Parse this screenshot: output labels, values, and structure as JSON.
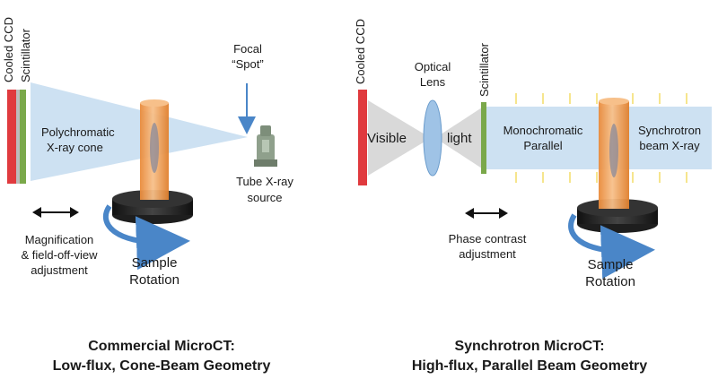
{
  "left": {
    "ccd_label": "Cooled CCD",
    "scintillator_label": "Scintillator",
    "cone_label_line1": "Polychromatic",
    "cone_label_line2": "X-ray cone",
    "focal_line1": "Focal",
    "focal_line2": "“Spot”",
    "source_line1": "Tube X-ray",
    "source_line2": "source",
    "adjust_line1": "Magnification",
    "adjust_line2": "& field-off-view",
    "adjust_line3": "adjustment",
    "rotation_line1": "Sample",
    "rotation_line2": "Rotation",
    "caption_line1": "Commercial MicroCT:",
    "caption_line2": "Low-flux, Cone-Beam Geometry"
  },
  "right": {
    "ccd_label": "Cooled CCD",
    "lens_line1": "Optical",
    "lens_line2": "Lens",
    "scintillator_label": "Scintillator",
    "visible_label": "Visible",
    "light_label": "light",
    "mono_line1": "Monochromatic",
    "mono_line2": "Parallel",
    "sync_line1": "Synchrotron",
    "sync_line2": "beam X-ray",
    "phase_line1": "Phase contrast",
    "phase_line2": "adjustment",
    "rotation_line1": "Sample",
    "rotation_line2": "Rotation",
    "caption_line1": "Synchrotron MicroCT:",
    "caption_line2": "High-flux, Parallel Beam Geometry"
  },
  "colors": {
    "ccd": "#e03a3e",
    "scintillator": "#7aa84a",
    "beam": "#cde1f2",
    "sample": "#f0a056",
    "stage": "#2a2a2a",
    "arrow": "#4a86c8",
    "lens": "#9fc3e6",
    "visible_cone": "#d9d9d9",
    "yellow_marks": "#f6e58d"
  }
}
